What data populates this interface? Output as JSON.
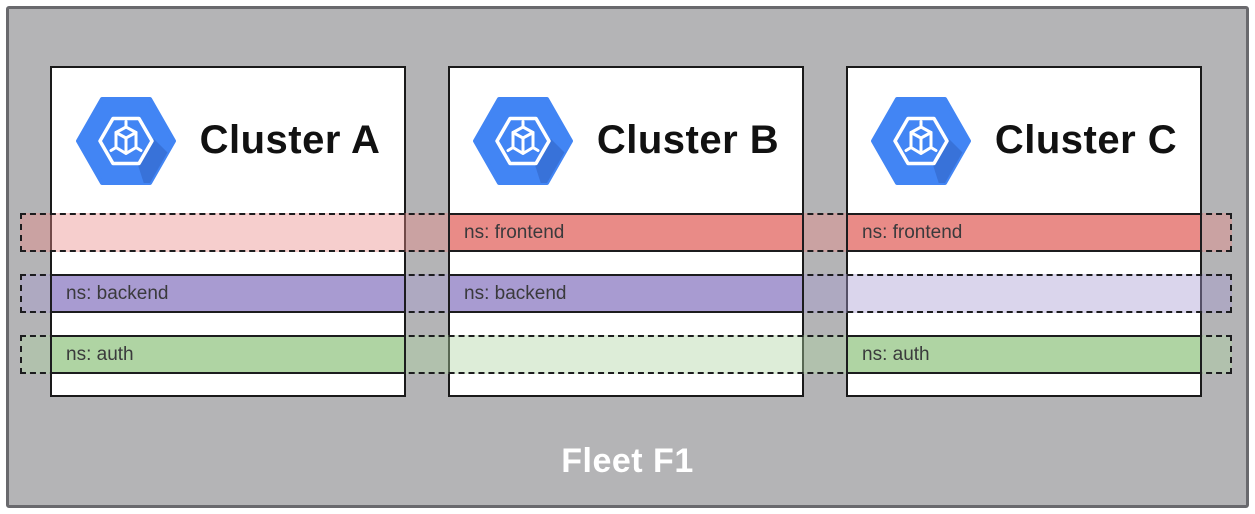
{
  "fleet": {
    "label": "Fleet F1",
    "background": "#b4b4b6",
    "border_color": "#69696d"
  },
  "clusters": [
    {
      "id": "A",
      "name": "Cluster A",
      "icon": "gke-cluster-icon",
      "namespaces_active": [
        "backend",
        "auth"
      ],
      "namespaces_faded": [
        "frontend"
      ]
    },
    {
      "id": "B",
      "name": "Cluster B",
      "icon": "gke-cluster-icon",
      "namespaces_active": [
        "frontend",
        "backend"
      ],
      "namespaces_faded": [
        "auth"
      ]
    },
    {
      "id": "C",
      "name": "Cluster C",
      "icon": "gke-cluster-icon",
      "namespaces_active": [
        "frontend",
        "auth"
      ],
      "namespaces_faded": [
        "backend"
      ]
    }
  ],
  "namespaces": [
    {
      "id": "frontend",
      "label": "ns: frontend",
      "color": "#e98b87",
      "faded_color": "rgba(233,139,135,0.42)"
    },
    {
      "id": "backend",
      "label": "ns: backend",
      "color": "#a89bd1",
      "faded_color": "rgba(168,155,209,0.42)"
    },
    {
      "id": "auth",
      "label": "ns: auth",
      "color": "#afd4a3",
      "faded_color": "rgba(175,212,163,0.42)"
    }
  ],
  "icon_colors": {
    "gke_blue": "#4285f4",
    "gke_shadow": "rgba(21,52,125,0.22)"
  }
}
